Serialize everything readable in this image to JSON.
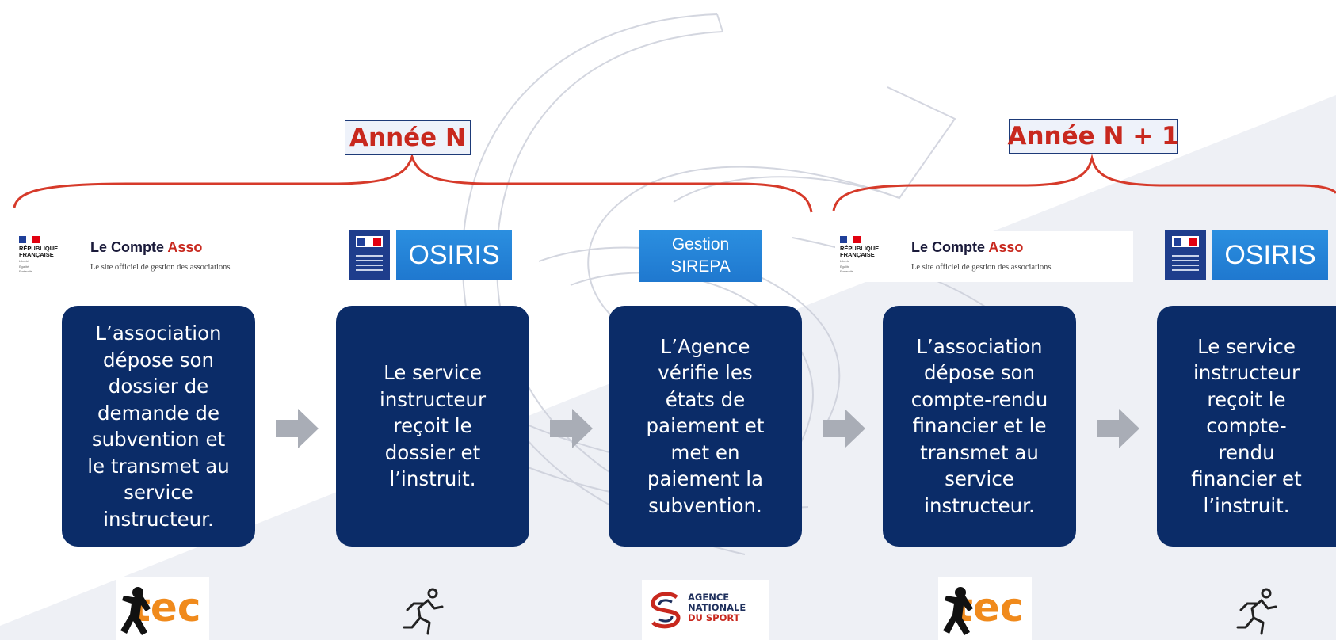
{
  "years": {
    "n": "Année N",
    "n1": "Année N + 1"
  },
  "logos": {
    "compte_asso": {
      "rf_lines": [
        "RÉPUBLIQUE",
        "FRANÇAISE"
      ],
      "rf_sub": [
        "Liberté",
        "Égalité",
        "Fraternité"
      ],
      "title_main": "Le Compte ",
      "title_accent": "Asso",
      "subtitle": "Le site officiel de gestion des associations"
    },
    "osiris": {
      "label": "OSIRIS"
    },
    "sirepa": {
      "line1": "Gestion",
      "line2": "SIREPA"
    },
    "tec": {
      "label": "tec"
    },
    "ans": {
      "line1": "AGENCE",
      "line2": "NATIONALE",
      "line3": "DU SPORT"
    }
  },
  "steps": [
    {
      "text": "L’association\ndépose son\ndossier de\ndemande de\nsubvention et\nle transmet au\nservice\ninstructeur."
    },
    {
      "text": "Le service\ninstructeur\nreçoit le\ndossier et\nl’instruit."
    },
    {
      "text": "L’Agence\nvérifie les\nétats de\npaiement et\nmet en\npaiement la\nsubvention."
    },
    {
      "text": "L’association\ndépose son\ncompte-rendu\nfinancier et le\ntransmet au\nservice\ninstructeur."
    },
    {
      "text": "Le service\ninstructeur\nreçoit le\ncompte-\nrendu\nfinancier et\nl’instruit."
    }
  ],
  "colors": {
    "box": "#0b2c68",
    "year_text": "#c8281e",
    "brace": "#d63a2a",
    "arrow": "#a9adb6",
    "osiris": "#2386d8",
    "tec_orange": "#f08a1c",
    "flag_blue": "#1f3f99",
    "flag_red": "#e1000f"
  },
  "icons": {
    "arrow": "right-arrow-icon",
    "runner": "runner-icon",
    "climber": "climber-icon",
    "flag": "french-flag-icon"
  }
}
